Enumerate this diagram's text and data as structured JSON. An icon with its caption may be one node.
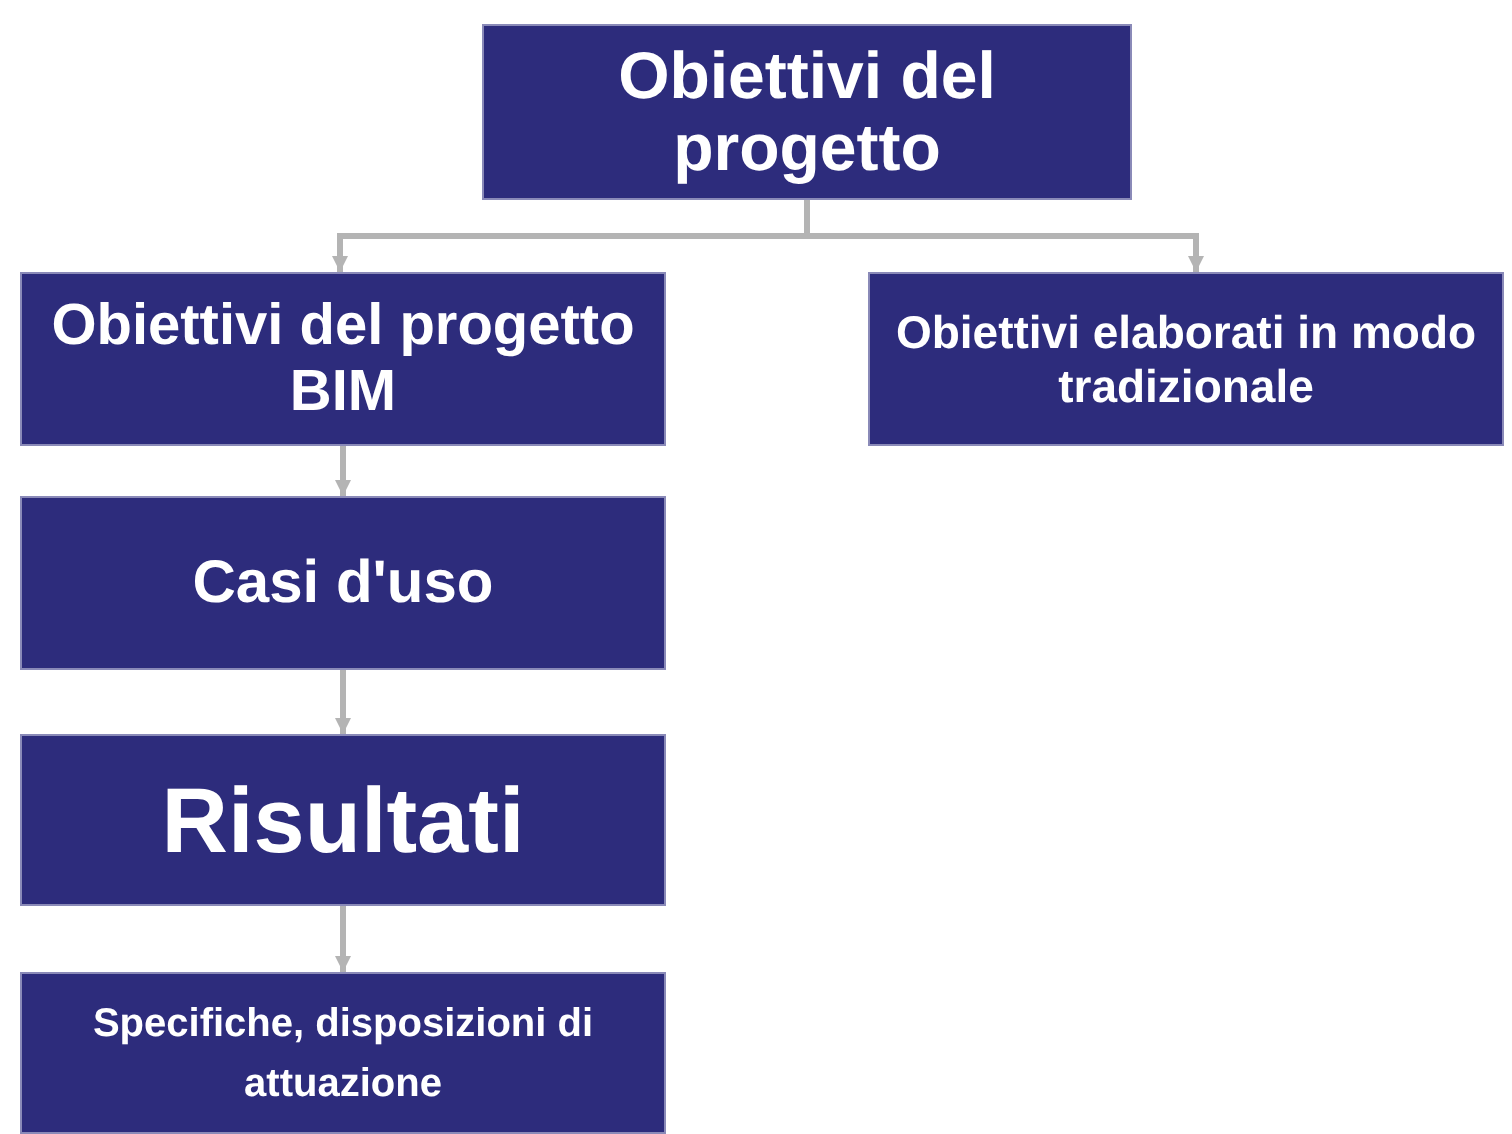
{
  "diagram": {
    "nodes": [
      {
        "text": [
          "Obiettivi del progetto"
        ]
      },
      {
        "text": [
          "Obiettivi del progetto BIM"
        ]
      },
      {
        "text": [
          "Obiettivi elaborati in modo tradizionale"
        ]
      },
      {
        "text": [
          "Casi d'uso"
        ]
      },
      {
        "text": [
          "Risultati"
        ]
      },
      {
        "text": [
          "Specifiche, disposizioni di attuazione"
        ]
      }
    ],
    "edges": [
      {
        "from": 0,
        "to": 1,
        "arrow": "to"
      },
      {
        "from": 0,
        "to": 2,
        "arrow": "to"
      },
      {
        "from": 1,
        "to": 3,
        "arrow": "to"
      },
      {
        "from": 3,
        "to": 4,
        "arrow": "to"
      },
      {
        "from": 4,
        "to": 5,
        "arrow": "to"
      }
    ]
  }
}
